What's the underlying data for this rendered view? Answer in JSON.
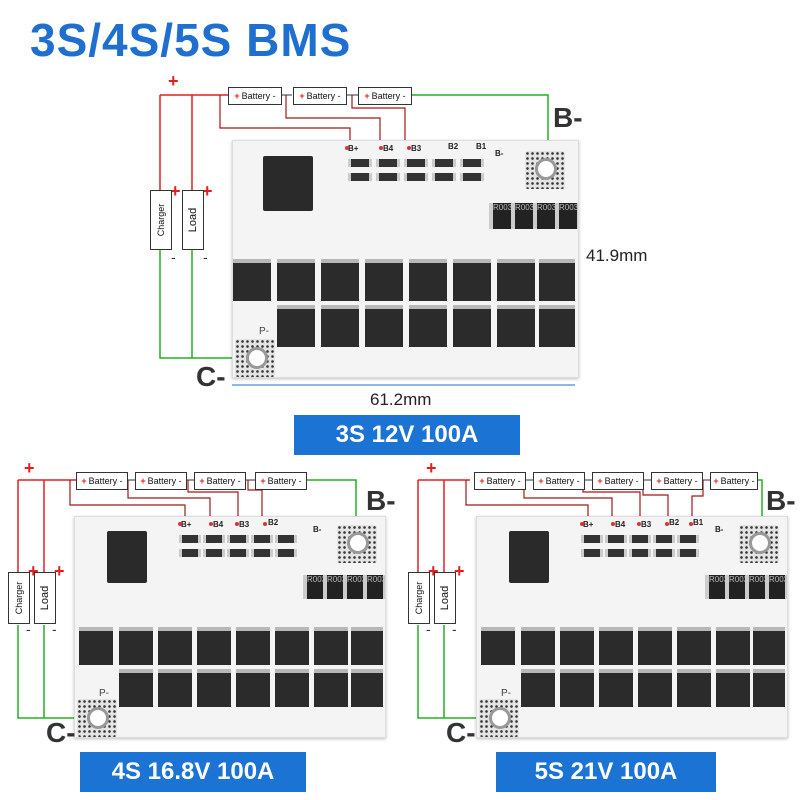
{
  "title": "3S/4S/5S  BMS",
  "labels": {
    "battery": "Battery",
    "charger": "Charger",
    "load": "Load",
    "b_minus": "B-",
    "c_minus": "C-",
    "plus": "+",
    "minus": "-",
    "p_minus": "P-",
    "c_minus_small": "C-",
    "board_b_minus": "B-"
  },
  "dimensions": {
    "height": "41.9mm",
    "width": "61.2mm"
  },
  "variants": [
    {
      "id": "3s",
      "banner": "3S  12V  100A",
      "batteries": 3,
      "board_labels": [
        "B+",
        "B4",
        "B3",
        "B2",
        "B1"
      ]
    },
    {
      "id": "4s",
      "banner": "4S  16.8V  100A",
      "batteries": 4,
      "board_labels": [
        "B+",
        "B4",
        "B3",
        "B2"
      ]
    },
    {
      "id": "5s",
      "banner": "5S  21V  100A",
      "batteries": 5,
      "board_labels": [
        "B+",
        "B4",
        "B3",
        "B2",
        "B1"
      ]
    }
  ],
  "resistor_marking": "R003",
  "colors": {
    "accent": "#1b73d3",
    "positive_wire": "#e02020",
    "balance_wire": "#a01818",
    "negative_wire": "#22b022",
    "text": "#333333"
  }
}
